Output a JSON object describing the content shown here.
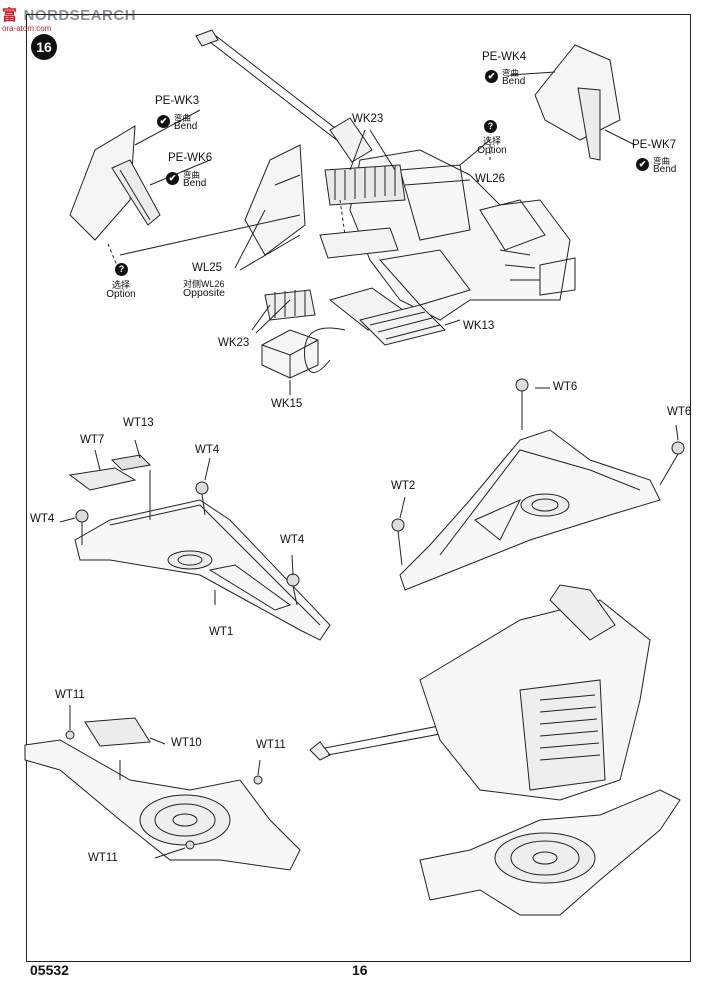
{
  "watermark": {
    "cn": "富",
    "en": "NORDSEARCH",
    "sub": "ora-atom.com"
  },
  "step_number": "16",
  "page_number": "16",
  "kit_code": "05532",
  "labels": {
    "wk23_top": "WK23",
    "wl26": "WL26",
    "wk13": "WK13",
    "wl25": "WL25",
    "wl25_cn": "对侧WL26",
    "wl25_en": "Opposite",
    "wk23_mid": "WK23",
    "wk15": "WK15",
    "wt6_a": "WT6",
    "wt6_b": "WT6",
    "wt2": "WT2",
    "wt7": "WT7",
    "wt13": "WT13",
    "wt4_a": "WT4",
    "wt4_b": "WT4",
    "wt4_c": "WT4",
    "wt1": "WT1",
    "wt11_a": "WT11",
    "wt11_b": "WT11",
    "wt11_c": "WT11",
    "wt10": "WT10"
  },
  "pe_parts": {
    "pe_wk3": {
      "name": "PE-WK3",
      "cn": "弯曲",
      "en": "Bend"
    },
    "pe_wk6": {
      "name": "PE-WK6",
      "cn": "弯曲",
      "en": "Bend"
    },
    "pe_wk4": {
      "name": "PE-WK4",
      "cn": "弯曲",
      "en": "Bend"
    },
    "pe_wk7": {
      "name": "PE-WK7",
      "cn": "弯曲",
      "en": "Bend"
    }
  },
  "options": {
    "opt_a": {
      "cn": "选择",
      "en": "Option"
    },
    "opt_b": {
      "cn": "选择",
      "en": "Option"
    }
  },
  "icons": {
    "bend": "check-icon",
    "option": "question-icon"
  }
}
